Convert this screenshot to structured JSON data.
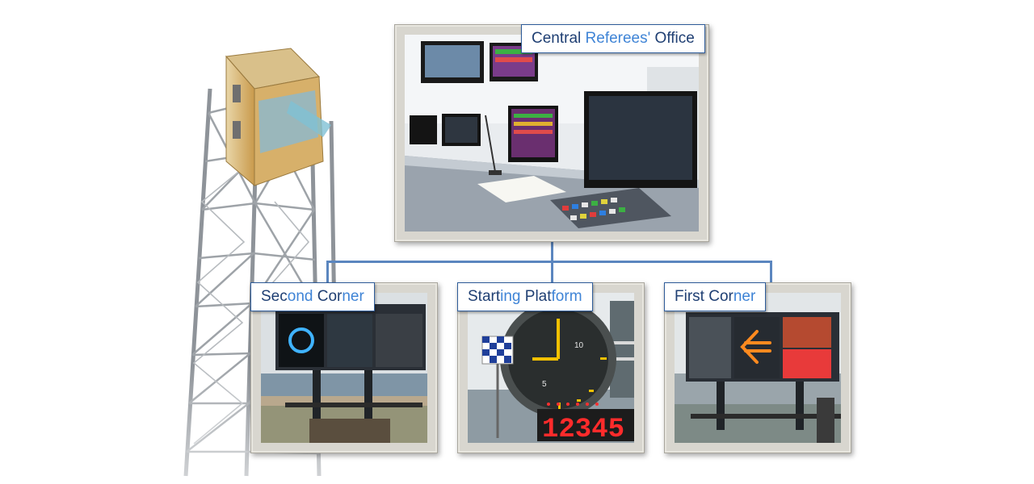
{
  "diagram": {
    "top_node": {
      "label_parts": [
        {
          "text": "Central ",
          "tone": "dark"
        },
        {
          "text": "Referees'",
          "tone": "light"
        },
        {
          "text": " Office",
          "tone": "dark"
        }
      ],
      "photo": "referees-office-photo"
    },
    "child_nodes": [
      {
        "id": "second-corner",
        "label_parts": [
          {
            "text": "Sec",
            "tone": "dark"
          },
          {
            "text": "ond ",
            "tone": "light"
          },
          {
            "text": "Cor",
            "tone": "dark"
          },
          {
            "text": "ner",
            "tone": "light"
          }
        ],
        "photo": "second-corner-photo"
      },
      {
        "id": "starting-platform",
        "label_parts": [
          {
            "text": "Start",
            "tone": "dark"
          },
          {
            "text": "ing ",
            "tone": "light"
          },
          {
            "text": "Plat",
            "tone": "dark"
          },
          {
            "text": "form",
            "tone": "light"
          }
        ],
        "photo": "starting-platform-photo",
        "display_text": "12345",
        "clock_numbers": [
          "10",
          "5"
        ]
      },
      {
        "id": "first-corner",
        "label_parts": [
          {
            "text": "First ",
            "tone": "dark"
          },
          {
            "text": "Cor",
            "tone": "dark"
          },
          {
            "text": "ner",
            "tone": "light"
          }
        ],
        "photo": "first-corner-photo"
      }
    ]
  },
  "colors": {
    "connector": "#5b86bf",
    "label_border": "#2e5c9a",
    "frame": "#d8d6cf",
    "label_dark": "#1f3f73",
    "label_light": "#3f84d6"
  },
  "icons": [
    "tower-illustration",
    "referees-office-photo",
    "second-corner-photo",
    "starting-platform-photo",
    "first-corner-photo"
  ]
}
